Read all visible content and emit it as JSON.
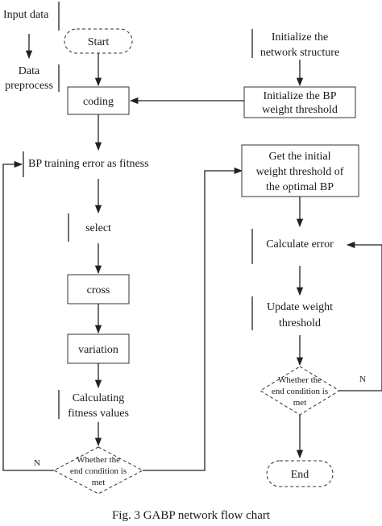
{
  "flowchart": {
    "left": {
      "input_data": "Input data",
      "data_preprocess_1": "Data",
      "data_preprocess_2": "preprocess",
      "start": "Start",
      "coding": "coding",
      "bp_fitness": "BP training error as fitness",
      "select": "select",
      "cross": "cross",
      "variation": "variation",
      "calc_fitness_1": "Calculating",
      "calc_fitness_2": "fitness values",
      "decision_1": "Whether the",
      "decision_2": "end condition is",
      "decision_3": "met",
      "no_label": "N"
    },
    "right": {
      "init_structure_1": "Initialize the",
      "init_structure_2": "network structure",
      "init_bp_1": "Initialize the BP",
      "init_bp_2": "weight threshold",
      "get_initial_1": "Get the initial",
      "get_initial_2": "weight threshold of",
      "get_initial_3": "the optimal BP",
      "calc_error": "Calculate error",
      "update_1": "Update weight",
      "update_2": "threshold",
      "decision_1": "Whether the",
      "decision_2": "end condition is",
      "decision_3": "met",
      "no_label": "N",
      "end": "End"
    },
    "caption": "Fig. 3 GABP network flow chart"
  }
}
